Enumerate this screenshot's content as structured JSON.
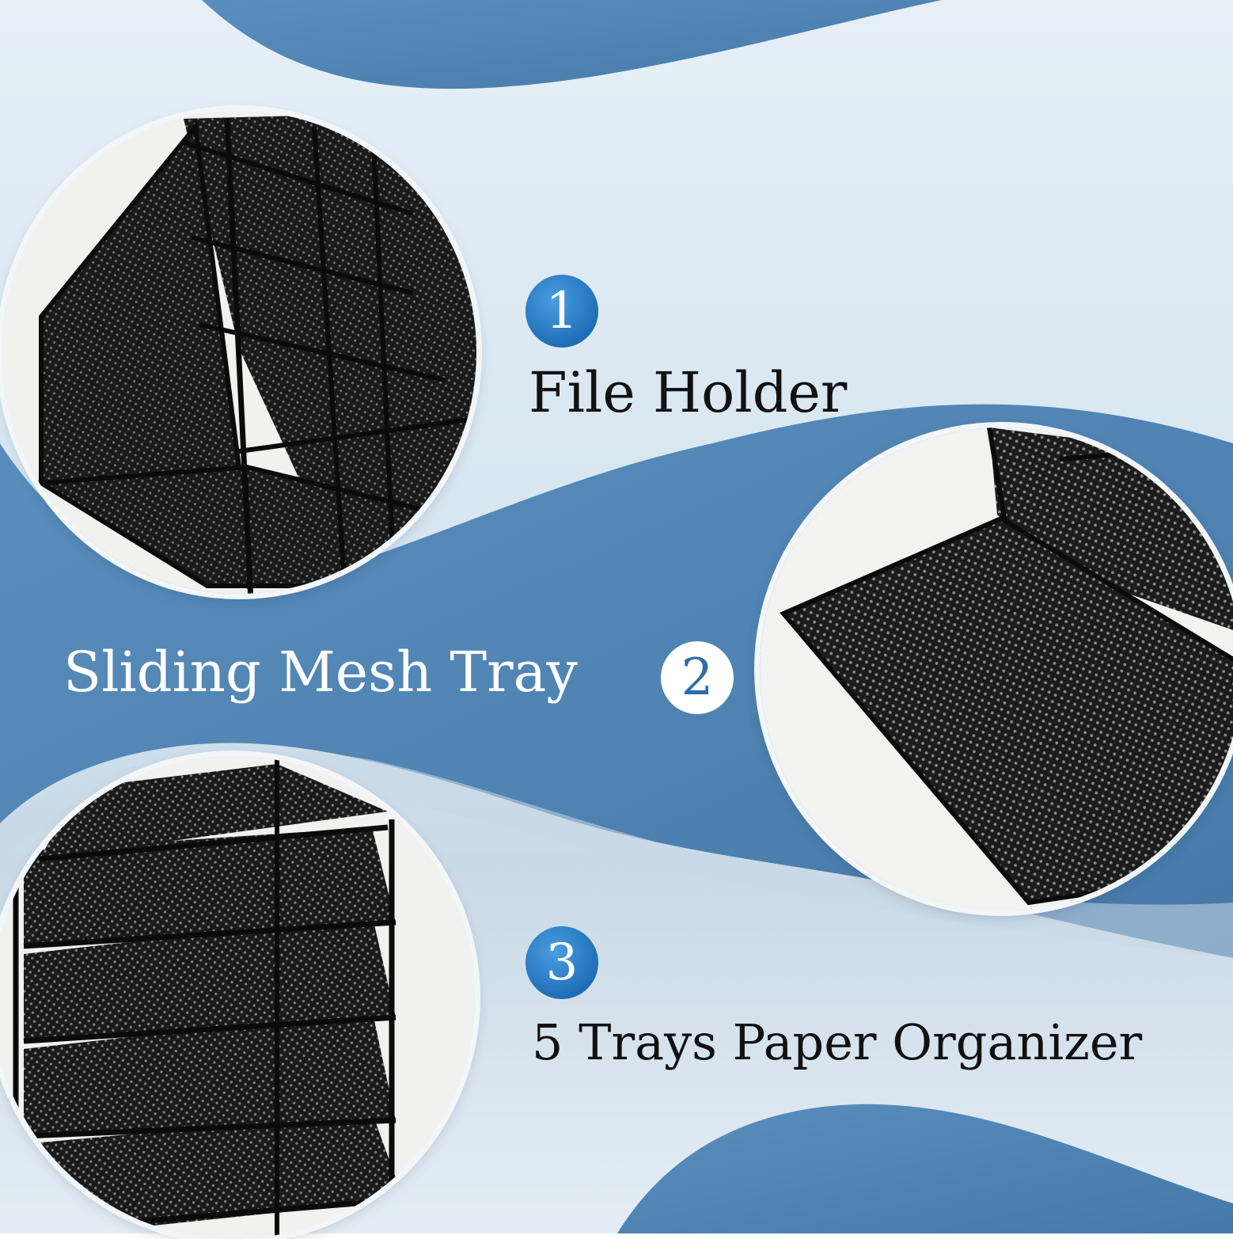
{
  "colors": {
    "wave_blue": "#4f86b5",
    "sky_light": "#dbe8f1",
    "badge_blue": "#1f6fb8",
    "text_dark": "#111111",
    "text_light": "#ffffff",
    "mesh_black": "#151515"
  },
  "features": [
    {
      "number": "1",
      "label": "File Holder",
      "image": "file-holder-photo",
      "badge_style": "blue"
    },
    {
      "number": "2",
      "label": "Sliding Mesh Tray",
      "image": "sliding-mesh-tray-photo",
      "badge_style": "white"
    },
    {
      "number": "3",
      "label": "5 Trays Paper Organizer",
      "image": "five-trays-organizer-photo",
      "badge_style": "blue"
    }
  ]
}
